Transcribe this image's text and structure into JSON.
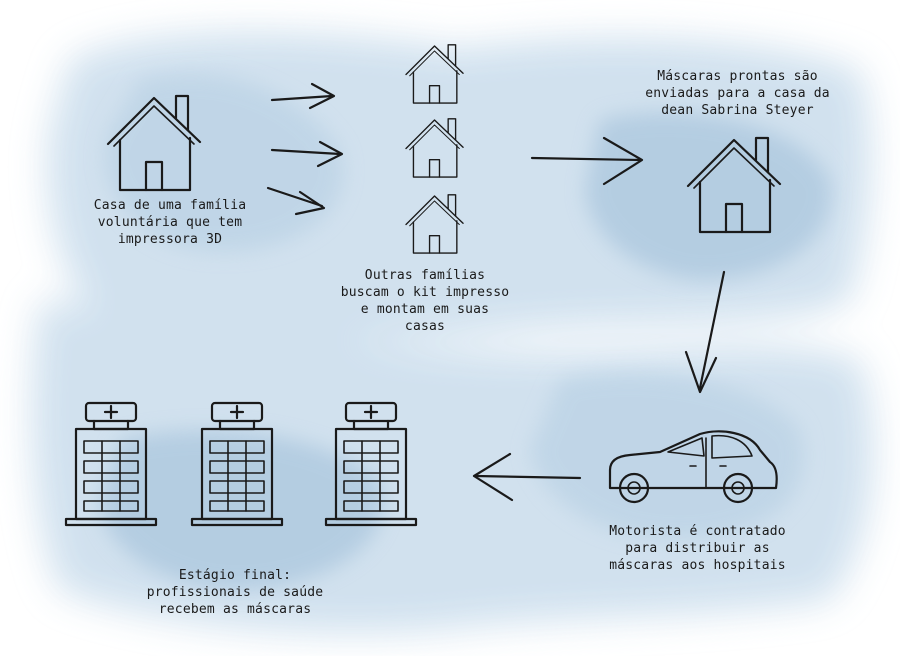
{
  "labels": {
    "origin": [
      "Casa de uma família",
      "voluntária que tem",
      "impressora 3D"
    ],
    "families": [
      "Outras famílias",
      "buscam o kit impresso",
      "e montam em suas",
      "casas"
    ],
    "dean": [
      "Máscaras prontas são",
      "enviadas para a casa da",
      "dean Sabrina Steyer"
    ],
    "driver": [
      "Motorista é contratado",
      "para distribuir as",
      "máscaras aos hospitais"
    ],
    "final": [
      "Estágio final:",
      "profissionais de saúde",
      "recebem as máscaras"
    ]
  },
  "colors": {
    "watercolor_light": "#cfe0ee",
    "watercolor_mid": "#b3cde2",
    "watercolor_dark": "#9dbdd8",
    "ink": "#1a1a1a"
  },
  "icons": [
    "house-icon",
    "arrow-icon",
    "car-icon",
    "hospital-icon"
  ]
}
